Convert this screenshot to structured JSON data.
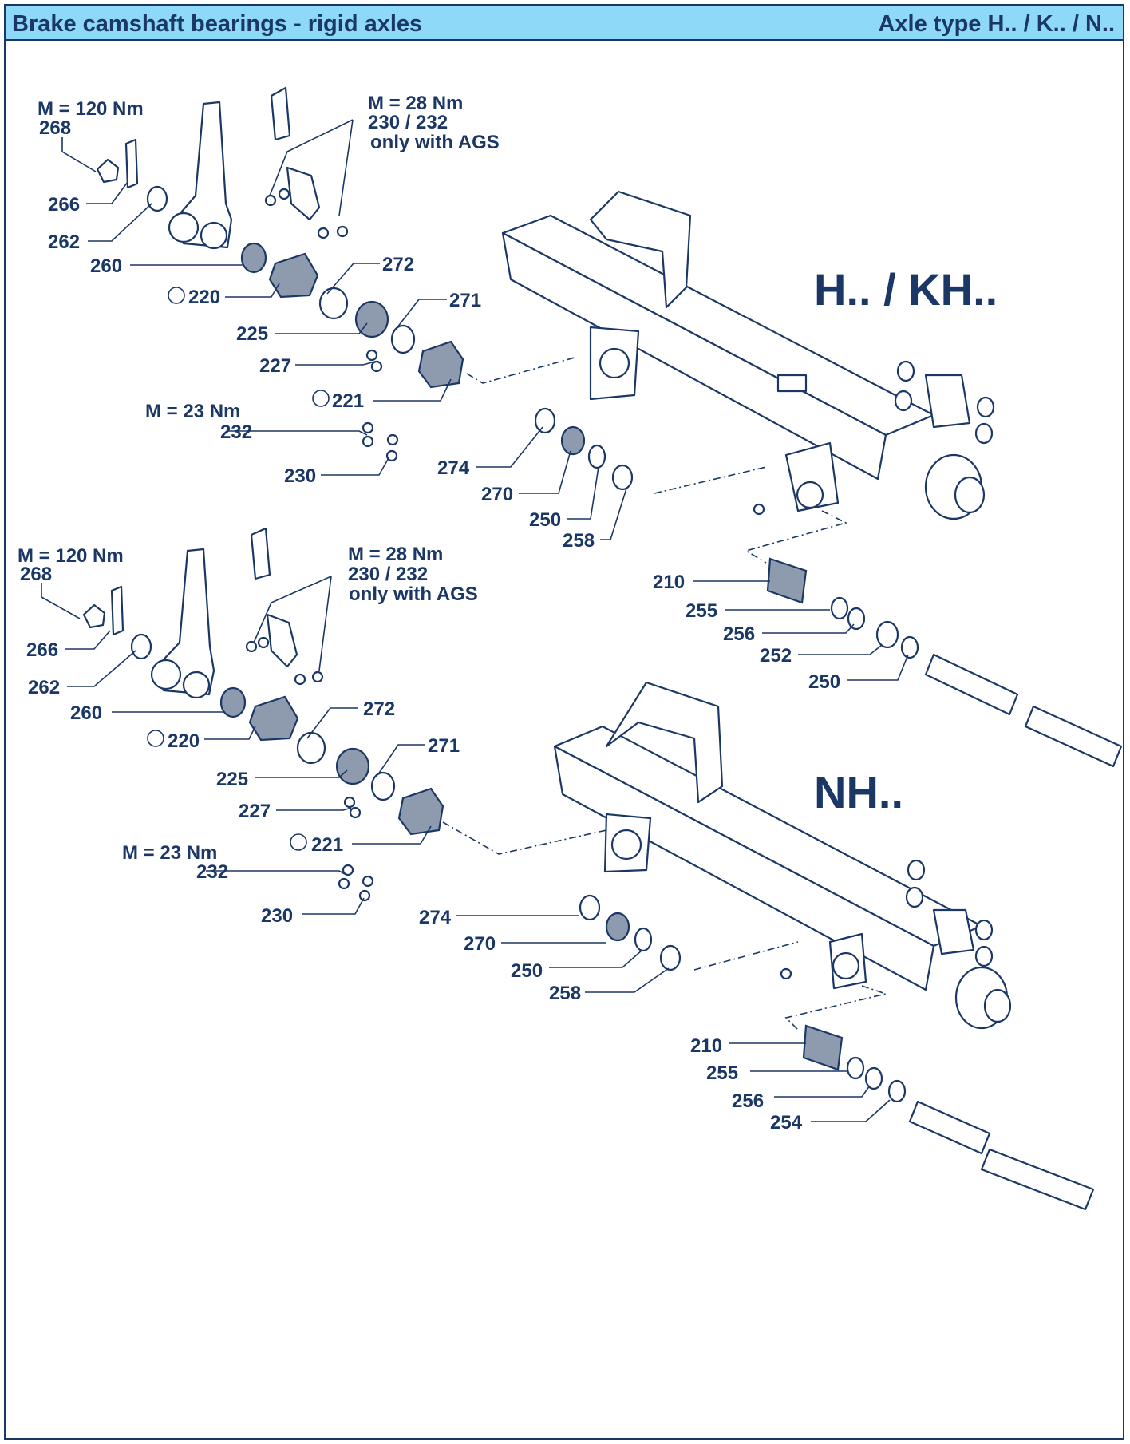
{
  "header": {
    "title": "Brake camshaft bearings - rigid axles",
    "axle_types": "Axle type H.. / K.. / N.."
  },
  "top": {
    "heading": "H.. / KH..",
    "torque_nut": "M = 120 Nm",
    "torque_28": "M = 28 Nm",
    "bolts": "230 / 232",
    "only_ags": "only with AGS",
    "torque_23": "M = 23 Nm",
    "labels": [
      "268",
      "266",
      "262",
      "260",
      "220",
      "272",
      "225",
      "271",
      "227",
      "221",
      "232",
      "230",
      "274",
      "270",
      "250",
      "258",
      "210",
      "255",
      "256",
      "252",
      "250"
    ]
  },
  "bottom": {
    "heading": "NH..",
    "torque_nut": "M = 120 Nm",
    "torque_28": "M = 28 Nm",
    "bolts": "230 / 232",
    "only_ags": "only with AGS",
    "torque_23": "M = 23 Nm",
    "labels": [
      "268",
      "266",
      "262",
      "260",
      "220",
      "272",
      "225",
      "271",
      "227",
      "221",
      "232",
      "230",
      "274",
      "270",
      "250",
      "258",
      "210",
      "255",
      "256",
      "254"
    ]
  },
  "colors": {
    "header_bg": "#8ed8f8",
    "ink": "#1b3766",
    "part_fill": "#8e9aae"
  },
  "icons": {
    "grease_symbol": "grease-icon"
  }
}
